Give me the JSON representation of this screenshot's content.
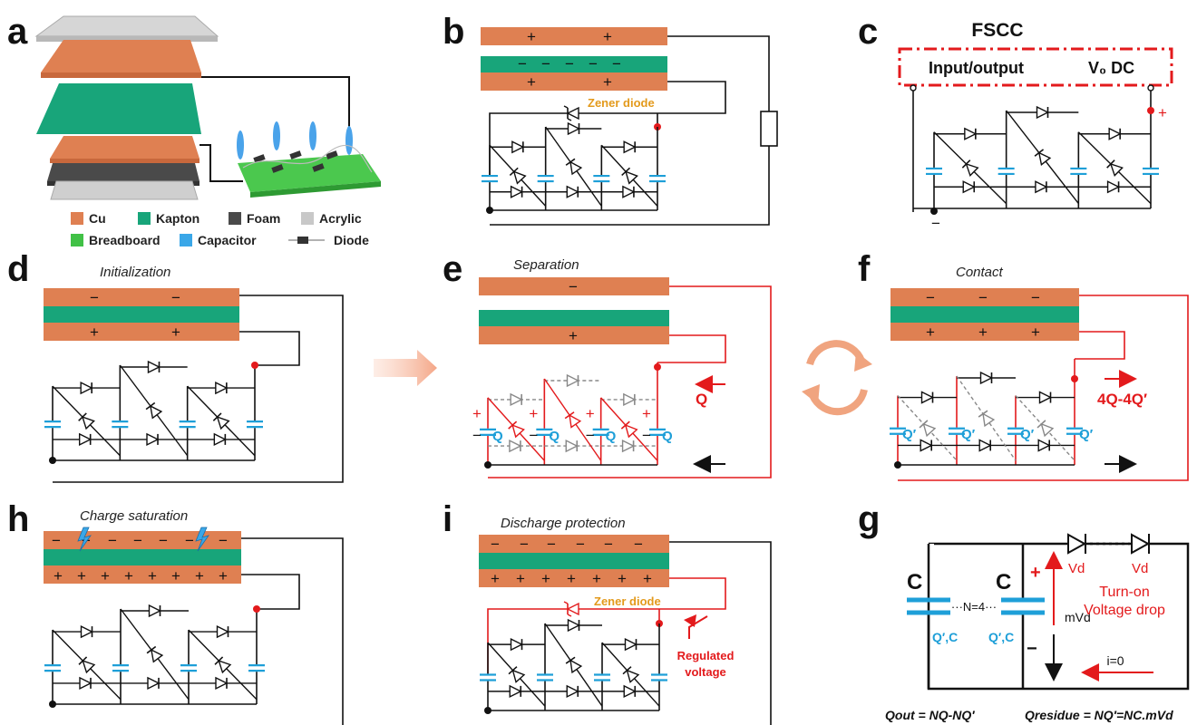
{
  "panels": {
    "a": {
      "label": "a"
    },
    "b": {
      "label": "b",
      "zener": "Zener diode"
    },
    "c": {
      "label": "c",
      "title": "FSCC",
      "input": "Input/output",
      "vdc": "V₀ DC"
    },
    "d": {
      "label": "d",
      "title": "Initialization"
    },
    "e": {
      "label": "e",
      "title": "Separation",
      "q": "Q",
      "cap_q": "Q"
    },
    "f": {
      "label": "f",
      "title": "Contact",
      "flow": "4Q-4Q′",
      "cap_q": "Q′"
    },
    "g": {
      "label": "g",
      "cap": "C",
      "cap_q": "Q′,C",
      "n": "···N=4···",
      "mvd": "mVd",
      "vd": "Vd",
      "turn_on": "Turn-on",
      "voltage_drop": "Voltage drop",
      "i0": "i=0"
    },
    "h": {
      "label": "h",
      "title": "Charge saturation"
    },
    "i": {
      "label": "i",
      "title": "Discharge protection",
      "zener": "Zener diode",
      "regulated": "Regulated",
      "voltage": "voltage"
    }
  },
  "legend": [
    {
      "name": "Cu",
      "color": "#df8052"
    },
    {
      "name": "Kapton",
      "color": "#18a57a"
    },
    {
      "name": "Foam",
      "color": "#4a4a4a"
    },
    {
      "name": "Acrylic",
      "color": "#c8c8c8"
    },
    {
      "name": "Breadboard",
      "color": "#41c146"
    },
    {
      "name": "Capacitor",
      "color": "#3aa7e8"
    },
    {
      "name": "Diode",
      "color": "#555555"
    }
  ],
  "formulas": {
    "qout": "Qout = NQ-NQ′",
    "qres": "Qresidue = NQ′=NC.mVd"
  },
  "signs": {
    "plus": "+",
    "minus": "−"
  },
  "colors": {
    "cu": "#df8052",
    "kapton": "#18a57a",
    "cap": "#1e9fd8",
    "red": "#e31a1c",
    "wire": "#111111"
  }
}
